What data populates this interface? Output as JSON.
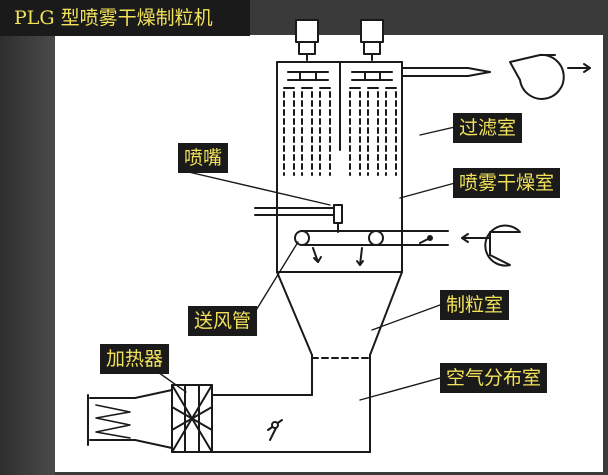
{
  "title": "PLG 型喷雾干燥制粒机",
  "labels": {
    "filter_room": "过滤室",
    "nozzle": "喷嘴",
    "spray_dry_room": "喷雾干燥室",
    "air_duct": "送风管",
    "granulation_room": "制粒室",
    "heater": "加热器",
    "air_distribution_room": "空气分布室"
  },
  "colors": {
    "label_bg": "#1a1a1a",
    "label_text": "#f2e25a",
    "line": "#1a1a1a"
  }
}
